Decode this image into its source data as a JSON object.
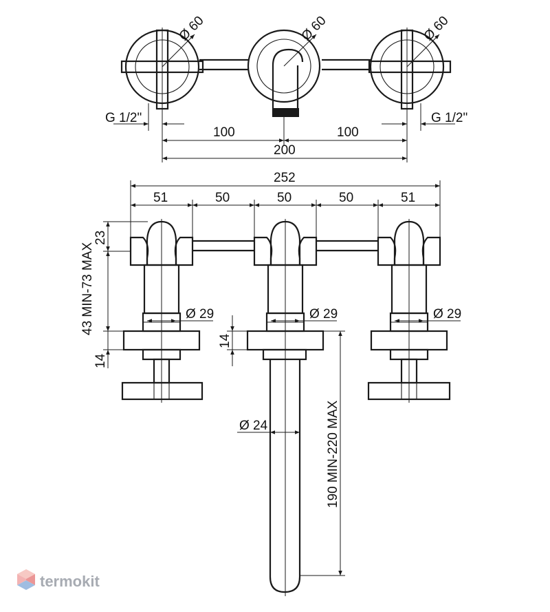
{
  "top_view": {
    "dia_left": "Ø 60",
    "dia_center": "Ø 60",
    "dia_right": "Ø 60",
    "thread_left": "G 1/2\"",
    "thread_right": "G 1/2\"",
    "spacing_left": "100",
    "spacing_right": "100",
    "spacing_total": "200"
  },
  "front_view": {
    "overall_width": "252",
    "seg_1": "51",
    "seg_2": "50",
    "seg_3": "50",
    "seg_4": "50",
    "seg_5": "51",
    "handle_height": "23",
    "wall_depth": "43 MIN-73 MAX",
    "flange_depth_left": "14",
    "flange_depth_center": "14",
    "dia_body_left": "Ø 29",
    "dia_body_center": "Ø 29",
    "dia_body_right": "Ø 29",
    "dia_spout": "Ø 24",
    "spout_length": "190 MIN-220 MAX"
  },
  "watermark": {
    "text": "termokit",
    "color": "#8a8f99",
    "logo_colors": [
      "#e57373",
      "#7fa8d8"
    ]
  }
}
